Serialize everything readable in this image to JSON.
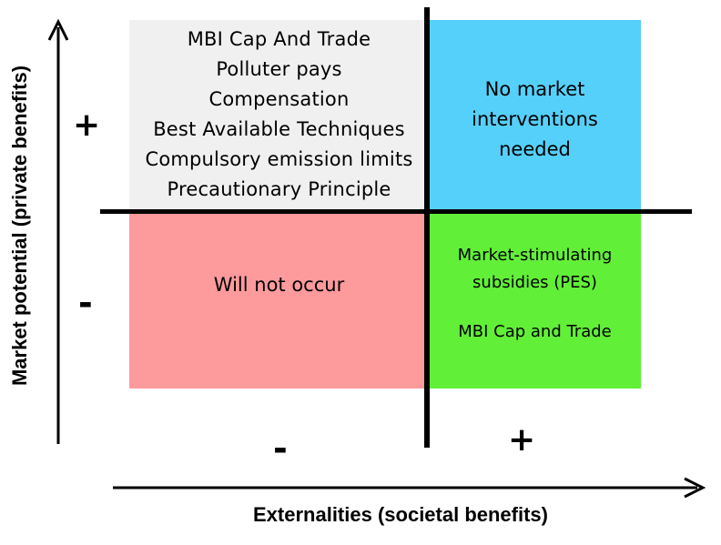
{
  "quadrants": {
    "top_left": {
      "lines": [
        "MBI Cap And Trade",
        "Polluter pays",
        "Compensation",
        "Best Available Techniques",
        "Compulsory emission limits",
        "Precautionary Principle"
      ],
      "color": "#f0f0f0"
    },
    "top_right": {
      "lines": [
        "No market",
        "interventions",
        "needed"
      ],
      "color": "#55d0fb"
    },
    "bottom_left": {
      "lines": [
        "Will not occur"
      ],
      "color": "#fd9a9c"
    },
    "bottom_right": {
      "lines": [
        "Market-stimulating",
        "subsidies (PES)",
        "MBI Cap and Trade"
      ],
      "color": "#62ef38"
    }
  },
  "axes": {
    "x_label": "Externalities (societal benefits)",
    "y_label": "Market potential (private benefits)",
    "y_plus": "+",
    "y_minus": "-",
    "x_minus": "-",
    "x_plus": "+"
  }
}
